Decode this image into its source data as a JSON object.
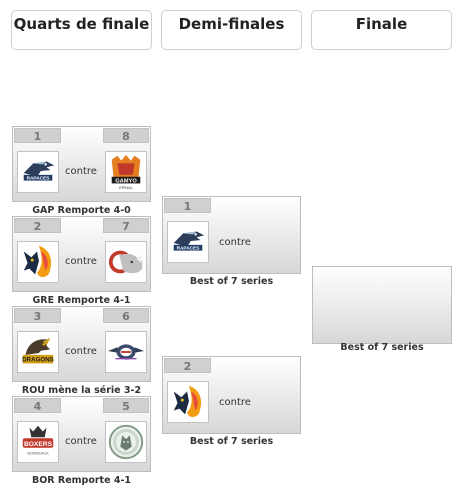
{
  "headers": {
    "quarterfinals": "Quarts de finale",
    "semifinals": "Demi-finales",
    "final": "Finale"
  },
  "versus_label": "contre",
  "quarterfinals": [
    {
      "seed_left": "1",
      "seed_right": "8",
      "left_logo": "rapaces-logo",
      "right_logo": "gamyo-epinal-logo",
      "result": "GAP Remporte 4-0"
    },
    {
      "seed_left": "2",
      "seed_right": "7",
      "left_logo": "flaming-wolf-logo",
      "right_logo": "rhino-logo",
      "result": "GRE Remporte 4-1"
    },
    {
      "seed_left": "3",
      "seed_right": "6",
      "left_logo": "dragons-logo",
      "right_logo": "winged-logo",
      "result": "ROU mène la série 3-2"
    },
    {
      "seed_left": "4",
      "seed_right": "5",
      "left_logo": "boxers-logo",
      "right_logo": "wolf-ring-logo",
      "result": "BOR Remporte 4-1"
    }
  ],
  "semifinals": [
    {
      "seed": "1",
      "logo": "rapaces-logo",
      "series": "Best of 7 series"
    },
    {
      "seed": "2",
      "logo": "flaming-wolf-logo",
      "series": "Best of 7 series"
    }
  ],
  "final": {
    "series": "Best of 7 series"
  },
  "logo_texts": {
    "rapaces": "RAPACES",
    "gamyo": "GAMYO",
    "epinal": "EPINAL",
    "dragons": "DRAGONS",
    "boxers": "BOXERS",
    "bordeaux": "BORDEAUX"
  },
  "colors": {
    "box_top": "#ffffff",
    "box_bottom": "#d7d7d7",
    "seed_bg": "#d0d0d0",
    "border": "#bdbdbd"
  }
}
